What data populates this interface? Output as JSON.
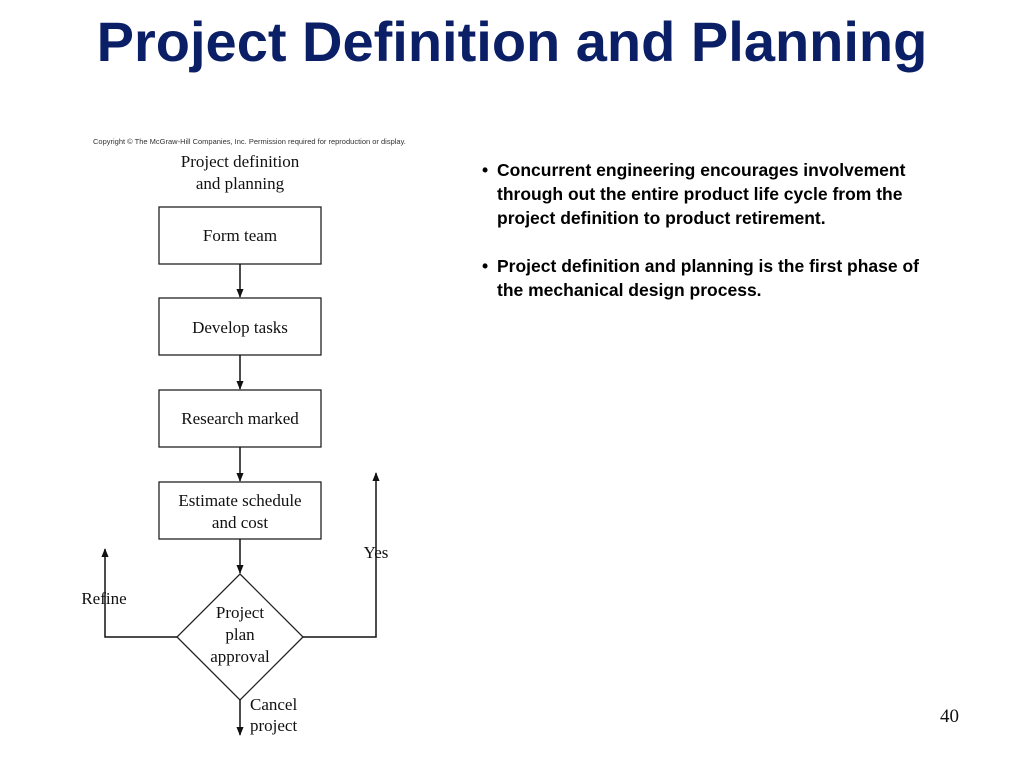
{
  "slide": {
    "title": "Project Definition and Planning",
    "page_number": "40"
  },
  "figure": {
    "copyright": "Copyright © The McGraw-Hill Companies, Inc.  Permission required for reproduction or display.",
    "header_line1": "Project definition",
    "header_line2": "and planning",
    "steps": [
      "Form team",
      "Develop tasks",
      "Research marked"
    ],
    "estimate_line1": "Estimate schedule",
    "estimate_line2": "and cost",
    "decision_line1": "Project",
    "decision_line2": "plan",
    "decision_line3": "approval",
    "refine_label": "Refine",
    "yes_label": "Yes",
    "cancel_line1": "Cancel",
    "cancel_line2": "project"
  },
  "bullets": [
    {
      "line1": "Concurrent engineering encourages involvement",
      "line2": "through out the entire product life cycle from the",
      "line3": "project definition to product retirement."
    },
    {
      "line1": "Project definition and planning is the first phase of",
      "line2": "the mechanical design process."
    }
  ]
}
